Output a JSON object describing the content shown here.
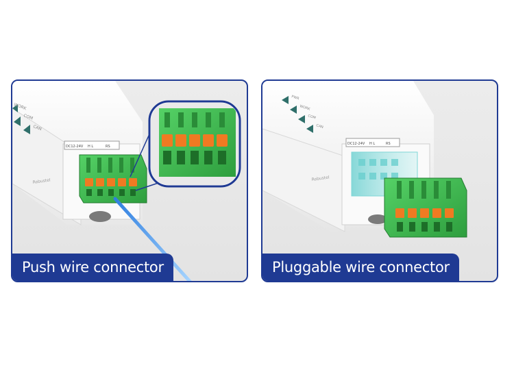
{
  "panels": [
    {
      "caption": "Push wire connector",
      "device_labels": [
        "WORK",
        "COM",
        "CAN"
      ],
      "terminal_labels": [
        "DC12-24V",
        "H L",
        "RS"
      ],
      "brand": "Robustel"
    },
    {
      "caption": "Pluggable wire connector",
      "device_labels": [
        "PWR",
        "WORK",
        "COM",
        "CAN"
      ],
      "terminal_labels": [
        "DC12-24V",
        "H L",
        "RS"
      ],
      "brand": "Robustel"
    }
  ],
  "colors": {
    "frame": "#1f3a93",
    "connector_green": "#3fb950",
    "lever_orange": "#f07a22",
    "wire_blue": "#4aa3ff",
    "device_white": "#f7f7f7"
  }
}
